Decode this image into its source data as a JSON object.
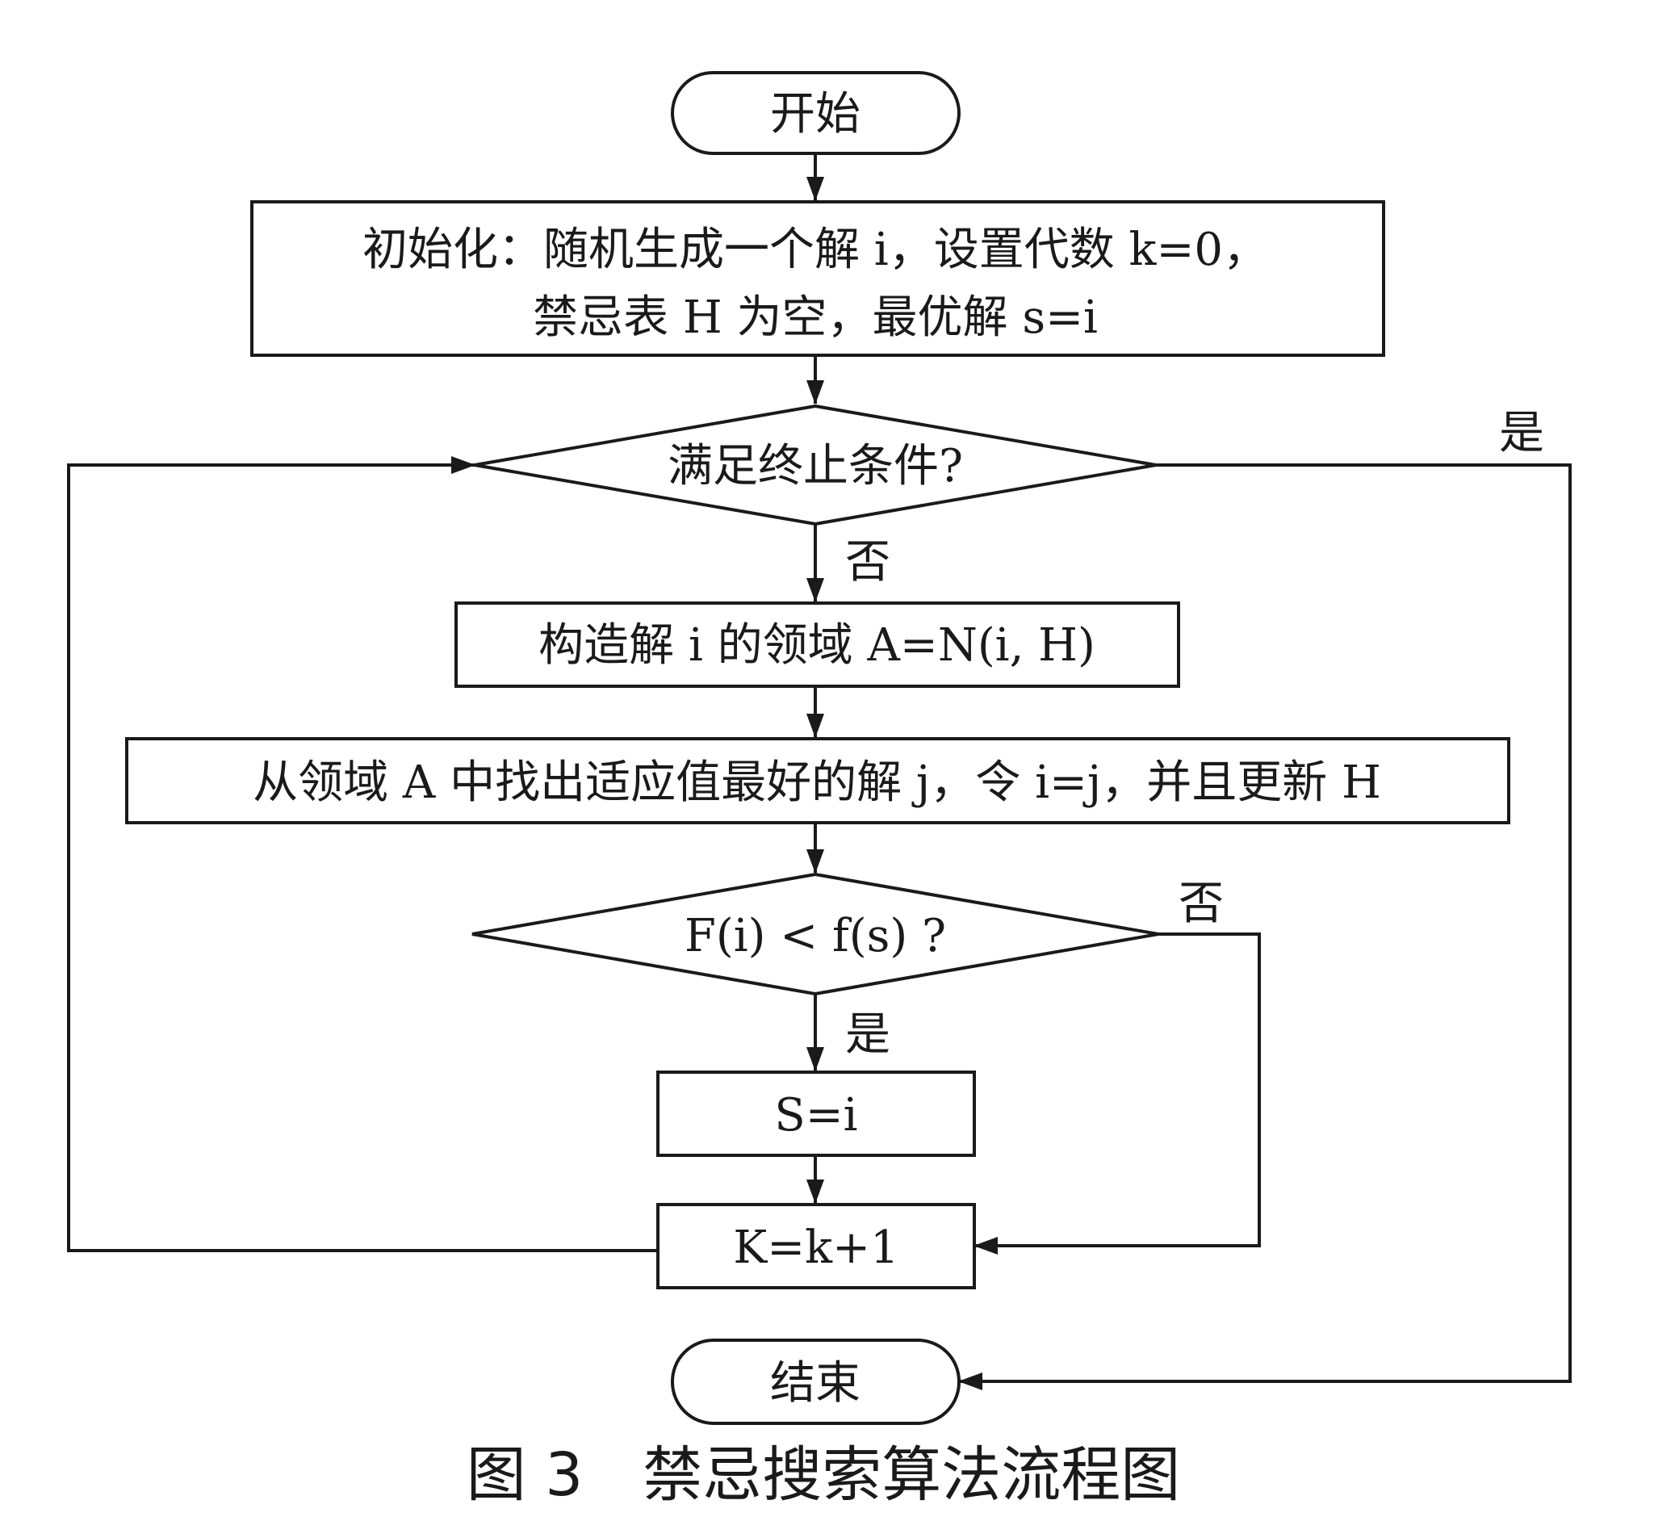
{
  "nodes": {
    "start": "开始",
    "init_line1": "初始化：随机生成一个解 i，设置代数 k=0，",
    "init_line2": "禁忌表 H 为空，最优解 s=i",
    "terminate_q": "满足终止条件?",
    "neighborhood": "构造解 i 的领域 A=N(i, H)",
    "select_best": "从领域 A 中找出适应值最好的解 j，令 i=j，并且更新 H",
    "compare_q": "F(i) < f(s) ?",
    "update_best": "S=i",
    "increment": "K=k+1",
    "end": "结束"
  },
  "edges": {
    "terminate_yes": "是",
    "terminate_no": "否",
    "compare_no": "否",
    "compare_yes": "是"
  },
  "caption": "图 3　禁忌搜索算法流程图"
}
